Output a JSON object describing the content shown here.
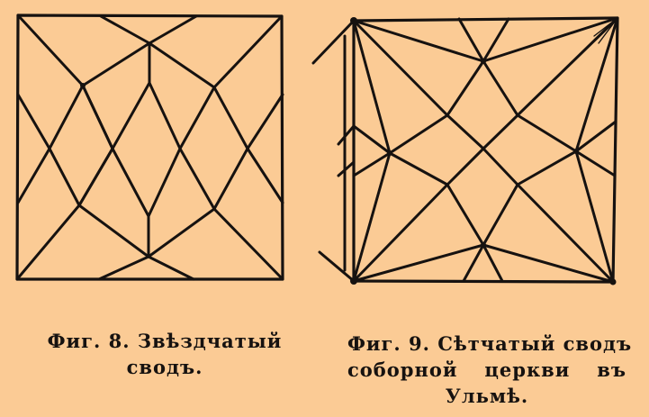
{
  "figures": [
    {
      "id": "fig8",
      "caption_lines": [
        "Фиг. 8. Звѣздчатый",
        "сводъ."
      ]
    },
    {
      "id": "fig9",
      "caption_lines": [
        "Фиг. 9. Сѣтчатый сводъ",
        "соборной церкви въ",
        "Ульмѣ."
      ]
    }
  ]
}
